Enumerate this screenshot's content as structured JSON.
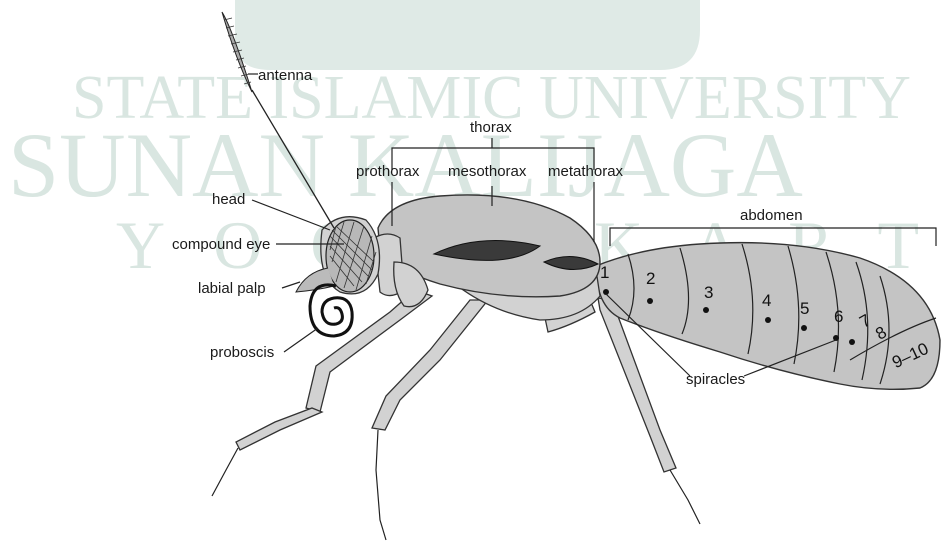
{
  "watermark": {
    "line1": "STATE ISLAMIC UNIVERSITY",
    "line2": "SUNAN KALIJAGA",
    "line3": "YOGYAKARTA",
    "color": "#d9e6e1"
  },
  "labels": {
    "antenna": "antenna",
    "thorax": "thorax",
    "prothorax": "prothorax",
    "mesothorax": "mesothorax",
    "metathorax": "metathorax",
    "abdomen": "abdomen",
    "head": "head",
    "compound_eye": "compound eye",
    "labial_palp": "labial palp",
    "proboscis": "proboscis",
    "spiracles": "spiracles"
  },
  "segments": [
    "1",
    "2",
    "3",
    "4",
    "5",
    "6",
    "7",
    "8",
    "9–10"
  ]
}
